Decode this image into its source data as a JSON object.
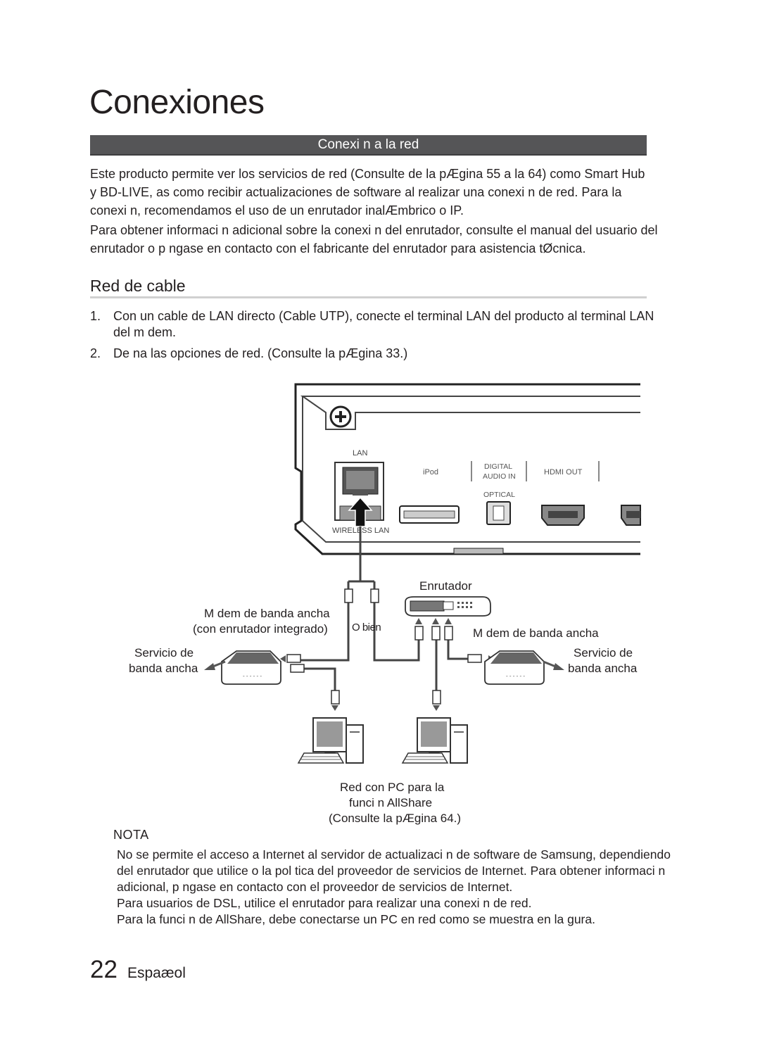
{
  "page": {
    "title": "Conexiones",
    "section_title": "Conexi n a la red",
    "intro": [
      "Este producto permite ver los servicios de red (Consulte de la pÆgina 55 a la 64) como Smart Hub",
      "y BD-LIVE, as  como recibir actualizaciones de software al realizar una conexi n de red. Para la",
      "conexi n, recomendamos el uso de un enrutador inalÆmbrico o IP."
    ],
    "intro2": [
      "Para obtener informaci n adicional sobre la conexi n del enrutador, consulte el manual del usuario del",
      "enrutador o p ngase en contacto con el fabricante del enrutador para asistencia tØcnica."
    ],
    "subheading": "Red de cable",
    "steps": [
      {
        "num": "1.",
        "lines": [
          "Con un cable de LAN directo (Cable UTP), conecte el terminal LAN del producto al terminal LAN",
          "del m dem."
        ]
      },
      {
        "num": "2.",
        "lines": [
          "De na las opciones de red. (Consulte la pÆgina 33.)"
        ]
      }
    ]
  },
  "diagram": {
    "panel_labels": {
      "lan": "LAN",
      "wireless_lan": "WIRELESS LAN",
      "ipod": "iPod",
      "digital_audio_in_1": "DIGITAL",
      "digital_audio_in_2": "AUDIO IN",
      "optical": "OPTICAL",
      "hdmi_out": "HDMI OUT"
    },
    "enrutador": "Enrutador",
    "modem_integrated_1": "M dem de banda ancha",
    "modem_integrated_2": "(con enrutador integrado)",
    "o_bien": "O bien",
    "modem_right": "M dem de banda ancha",
    "service_left_1": "Servicio de",
    "service_left_2": "banda ancha",
    "service_right_1": "Servicio de",
    "service_right_2": "banda ancha",
    "caption": [
      "Red con PC para la",
      "funci n AllShare",
      "(Consulte la pÆgina 64.)"
    ]
  },
  "note": {
    "title": "NOTA",
    "lines": [
      "No se permite el acceso a Internet al servidor de actualizaci n de software de Samsung, dependiendo",
      "del enrutador que utilice o la pol tica del proveedor de servicios de Internet. Para obtener informaci n",
      "adicional, p ngase en contacto con el proveedor de servicios de Internet.",
      "Para usuarios de DSL, utilice el enrutador para realizar una conexi n de red.",
      "Para la funci n de AllShare, debe conectarse un PC en red como se muestra en la  gura."
    ]
  },
  "footer": {
    "page_number": "22",
    "language": "Espaæol"
  }
}
